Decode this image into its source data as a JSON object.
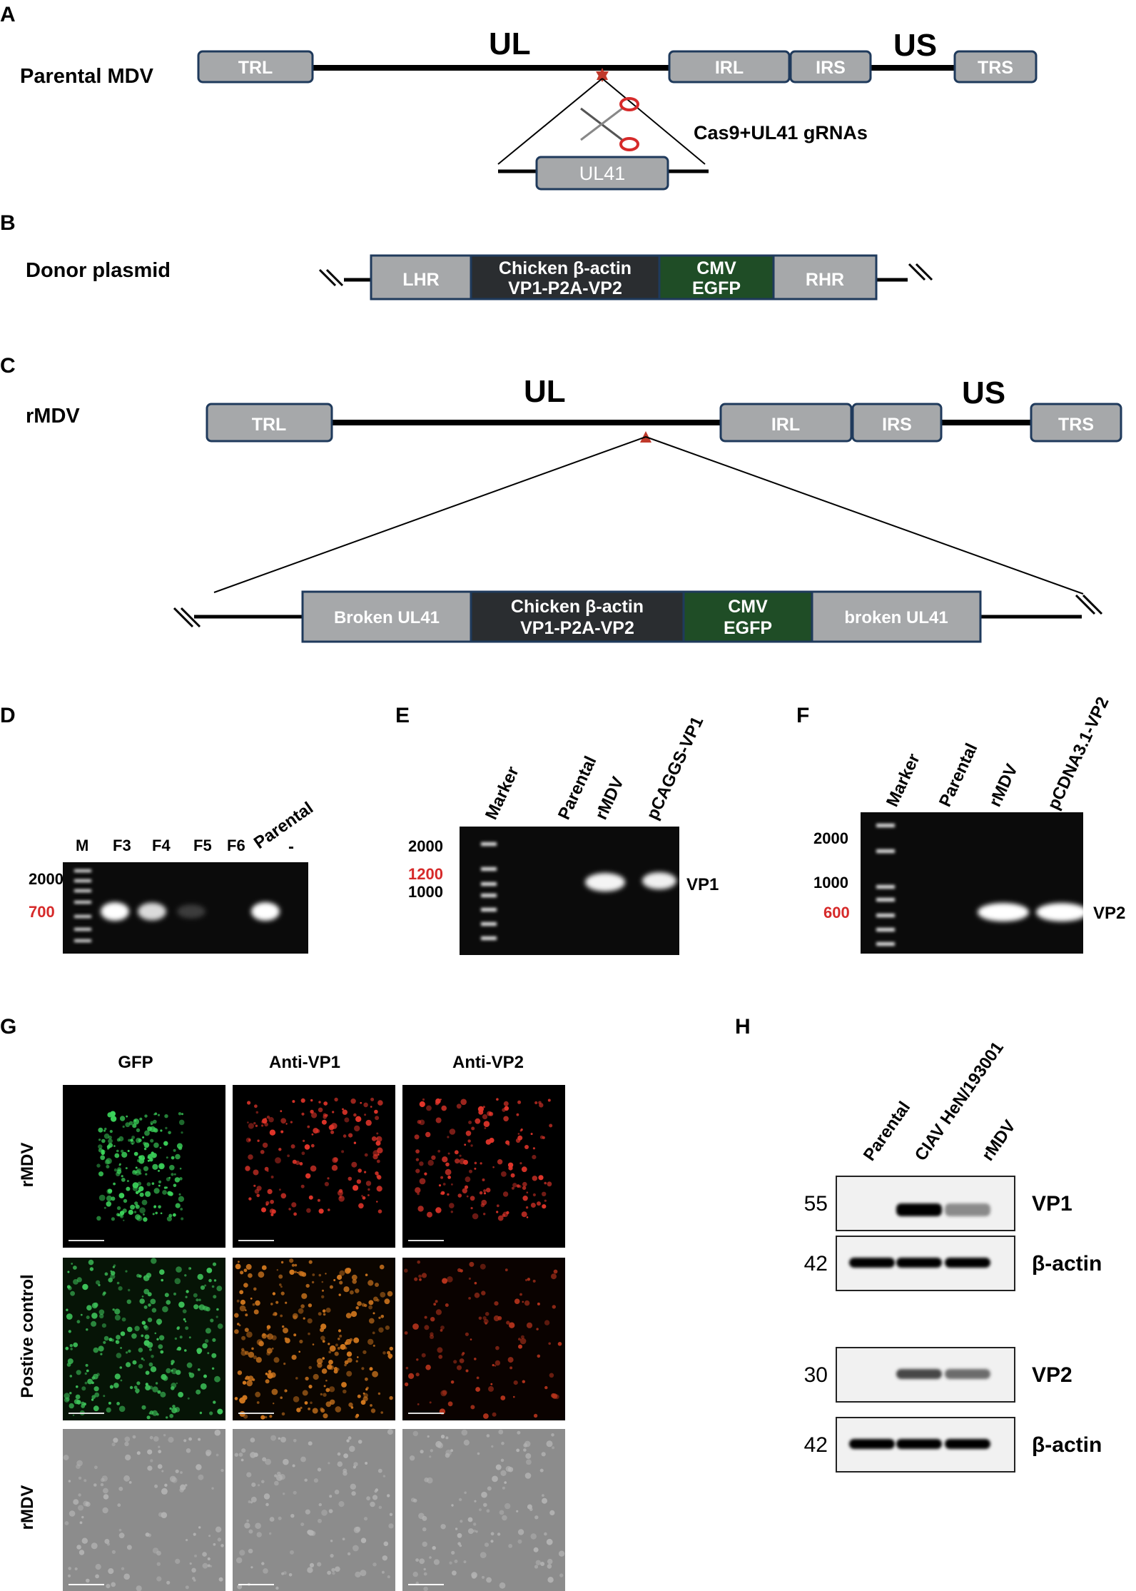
{
  "panels": {
    "A": {
      "letter": "A",
      "row_label": "Parental MDV",
      "region_ul": "UL",
      "region_us": "US",
      "segments": [
        "TRL",
        "IRL",
        "IRS",
        "TRS"
      ],
      "insert_label": "UL41",
      "tool_label": "Cas9+UL41 gRNAs"
    },
    "B": {
      "letter": "B",
      "row_label": "Donor plasmid",
      "segments": [
        "LHR",
        "Chicken β-actin",
        "VP1-P2A-VP2",
        "CMV",
        "EGFP",
        "RHR"
      ]
    },
    "C": {
      "letter": "C",
      "row_label": "rMDV",
      "region_ul": "UL",
      "region_us": "US",
      "segments": [
        "TRL",
        "IRL",
        "IRS",
        "TRS"
      ],
      "insert_segments": [
        "Broken UL41",
        "Chicken β-actin",
        "VP1-P2A-VP2",
        "CMV",
        "EGFP",
        "broken UL41"
      ]
    },
    "D": {
      "letter": "D",
      "lanes": [
        "M",
        "F3",
        "F4",
        "F5",
        "F6",
        "Parental",
        "-"
      ],
      "markers": [
        "2000",
        "700"
      ],
      "band_intensity": [
        1.0,
        0.85,
        0.2,
        0.0,
        1.0,
        0.0
      ]
    },
    "E": {
      "letter": "E",
      "lanes": [
        "Marker",
        "Parental",
        "rMDV",
        "pCAGGS-VP1"
      ],
      "markers": [
        "2000",
        "1200",
        "1000"
      ],
      "band_label": "VP1"
    },
    "F": {
      "letter": "F",
      "lanes": [
        "Marker",
        "Parental",
        "rMDV",
        "pCDNA3.1-VP2"
      ],
      "markers": [
        "2000",
        "1000",
        "600"
      ],
      "band_label": "VP2"
    },
    "G": {
      "letter": "G",
      "columns": [
        "GFP",
        "Anti-VP1",
        "Anti-VP2"
      ],
      "rows": [
        "rMDV",
        "Postive control",
        "rMDV"
      ]
    },
    "H": {
      "letter": "H",
      "lanes": [
        "Parental",
        "CIAV HeN/193001",
        "rMDV"
      ],
      "blots": [
        {
          "size": "55",
          "label": "VP1",
          "intensity": [
            0.0,
            1.0,
            0.55
          ]
        },
        {
          "size": "42",
          "label": "β-actin",
          "intensity": [
            1.0,
            1.0,
            1.0
          ]
        },
        {
          "size": "30",
          "label": "VP2",
          "intensity": [
            0.0,
            0.9,
            0.7
          ]
        },
        {
          "size": "42",
          "label": "β-actin",
          "intensity": [
            1.0,
            1.0,
            1.0
          ]
        }
      ]
    }
  },
  "colors": {
    "segment_fill": "#a6a8aa",
    "segment_stroke": "#1f3a5c",
    "promoter_fill": "#2a2d30",
    "egfp_fill": "#1f4d26",
    "marker_red": "#d62a2a",
    "cut_site": "#c0392b"
  }
}
